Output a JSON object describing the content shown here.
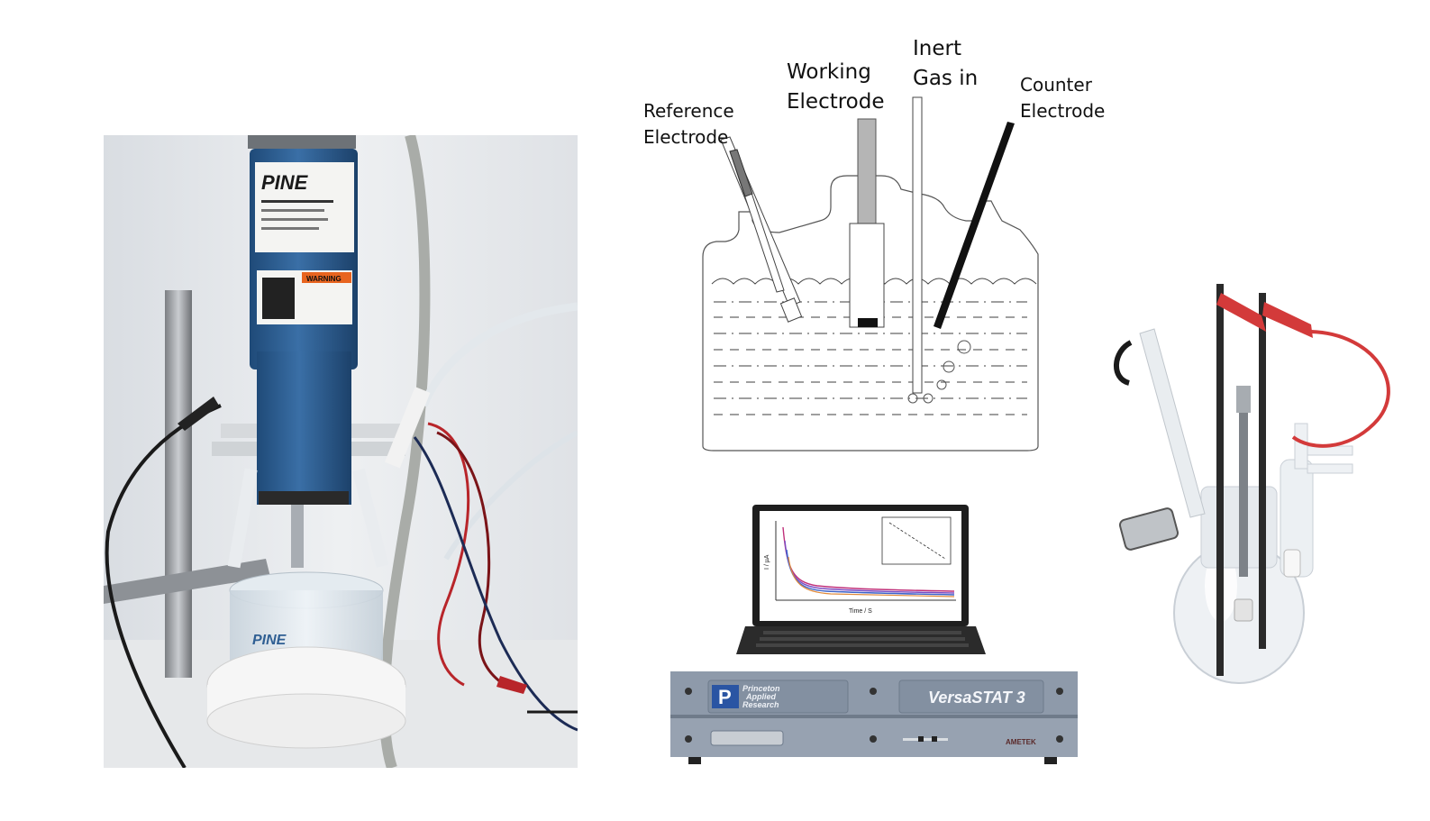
{
  "diagram": {
    "labels": {
      "reference": "Reference\nElectrode",
      "working": "Working\nElectrode",
      "inert_gas": "Inert\nGas in",
      "counter": "Counter\nElectrode"
    }
  },
  "photo_setup": {
    "motor_brand": "PINE",
    "warning_text": "WARNING",
    "cell_brand": "PINE"
  },
  "potentiostat": {
    "maker_line1": "Princeton",
    "maker_line2": "Applied",
    "maker_line3": "Research",
    "model": "VersaSTAT 3",
    "vendor": "AMETEK"
  },
  "laptop_plot": {
    "xlabel": "Time / S",
    "ylabel": "I / µA"
  },
  "colors": {
    "pine_blue": "#2f5f93",
    "lead_red": "#d33a3a",
    "panel_grey": "#8a96a6"
  }
}
